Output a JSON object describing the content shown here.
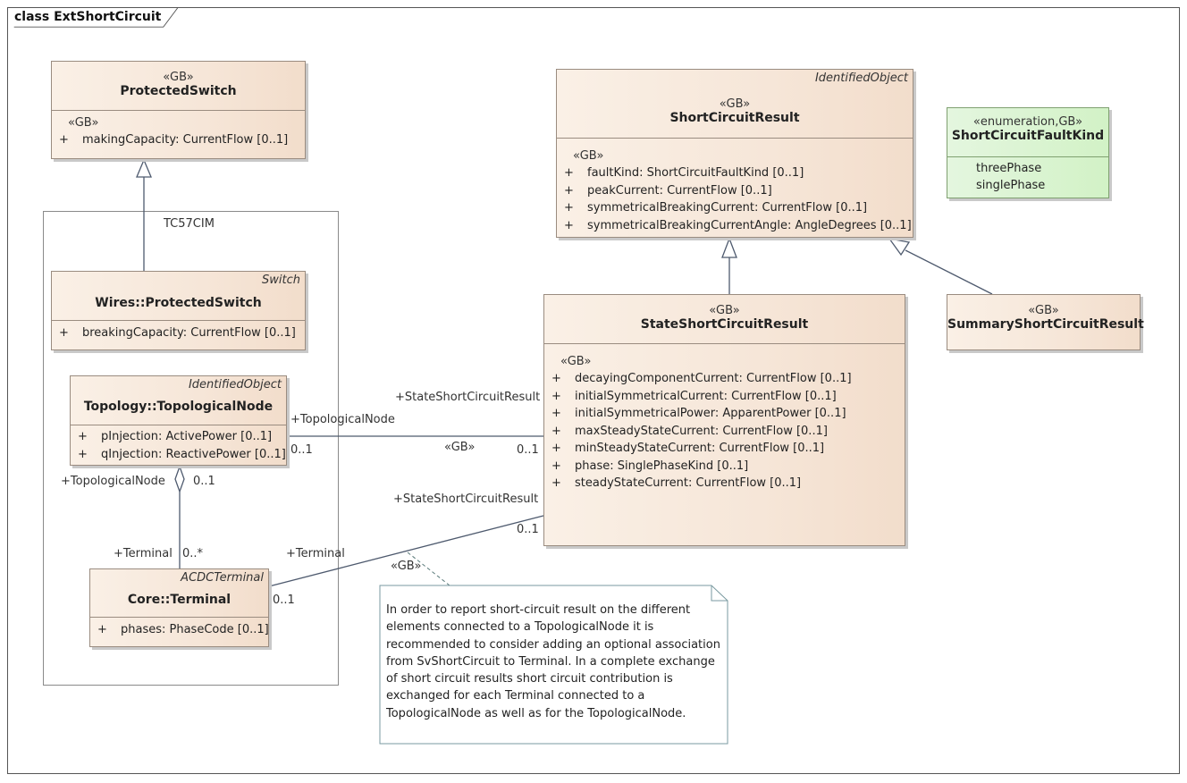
{
  "frame": {
    "title": "class ExtShortCircuit"
  },
  "package": {
    "name": "TC57CIM"
  },
  "classes": {
    "protected_switch": {
      "stereotype": "«GB»",
      "name": "ProtectedSwitch",
      "parent": "",
      "attr_stereotype": "«GB»",
      "attrs": [
        {
          "vis": "+",
          "text": "makingCapacity: CurrentFlow [0..1]"
        }
      ]
    },
    "wires_protected_switch": {
      "stereotype": "",
      "name": "Wires::ProtectedSwitch",
      "parent": "Switch",
      "attrs": [
        {
          "vis": "+",
          "text": "breakingCapacity: CurrentFlow [0..1]"
        }
      ]
    },
    "topological_node": {
      "stereotype": "",
      "name": "Topology::TopologicalNode",
      "parent": "IdentifiedObject",
      "attrs": [
        {
          "vis": "+",
          "text": "pInjection: ActivePower [0..1]"
        },
        {
          "vis": "+",
          "text": "qInjection: ReactivePower [0..1]"
        }
      ]
    },
    "terminal": {
      "stereotype": "",
      "name": "Core::Terminal",
      "parent": "ACDCTerminal",
      "attrs": [
        {
          "vis": "+",
          "text": "phases: PhaseCode [0..1]"
        }
      ]
    },
    "short_circuit_result": {
      "stereotype": "«GB»",
      "name": "ShortCircuitResult",
      "parent": "IdentifiedObject",
      "attr_stereotype": "«GB»",
      "attrs": [
        {
          "vis": "+",
          "text": "faultKind: ShortCircuitFaultKind [0..1]"
        },
        {
          "vis": "+",
          "text": "peakCurrent: CurrentFlow [0..1]"
        },
        {
          "vis": "+",
          "text": "symmetricalBreakingCurrent: CurrentFlow [0..1]"
        },
        {
          "vis": "+",
          "text": "symmetricalBreakingCurrentAngle: AngleDegrees [0..1]"
        }
      ]
    },
    "fault_kind": {
      "stereotype": "«enumeration,GB»",
      "name": "ShortCircuitFaultKind",
      "literals": [
        "threePhase",
        "singlePhase"
      ]
    },
    "state_short_circuit_result": {
      "stereotype": "«GB»",
      "name": "StateShortCircuitResult",
      "parent": "",
      "attr_stereotype": "«GB»",
      "attrs": [
        {
          "vis": "+",
          "text": "decayingComponentCurrent: CurrentFlow [0..1]"
        },
        {
          "vis": "+",
          "text": "initialSymmetricalCurrent: CurrentFlow [0..1]"
        },
        {
          "vis": "+",
          "text": "initialSymmetricalPower: ApparentPower [0..1]"
        },
        {
          "vis": "+",
          "text": "maxSteadyStateCurrent: CurrentFlow [0..1]"
        },
        {
          "vis": "+",
          "text": "minSteadyStateCurrent: CurrentFlow [0..1]"
        },
        {
          "vis": "+",
          "text": "phase: SinglePhaseKind [0..1]"
        },
        {
          "vis": "+",
          "text": "steadyStateCurrent: CurrentFlow [0..1]"
        }
      ]
    },
    "summary_short_circuit_result": {
      "stereotype": "«GB»",
      "name": "SummaryShortCircuitResult",
      "parent": ""
    }
  },
  "associations": {
    "tn_state": {
      "end_a_role": "+TopologicalNode",
      "end_a_mult": "0..1",
      "end_b_role": "+StateShortCircuitResult",
      "end_b_mult": "0..1",
      "stereotype": "«GB»"
    },
    "term_state": {
      "end_a_role": "+Terminal",
      "end_a_mult": "0..1",
      "end_b_role": "+StateShortCircuitResult",
      "end_b_mult": "0..1",
      "stereotype": "«GB»"
    },
    "tn_term": {
      "end_a_role": "+TopologicalNode",
      "end_a_mult": "0..1",
      "end_b_role": "+Terminal",
      "end_b_mult": "0..*"
    }
  },
  "note": {
    "lines": [
      "In order to report short-circuit result on the different",
      "elements connected to a TopologicalNode it is",
      "recommended to consider adding an optional association",
      "from SvShortCircuit to Terminal. In a complete exchange",
      "of short circuit results short circuit contribution is",
      "exchanged for each Terminal connected to a",
      "TopologicalNode as well as for the TopologicalNode."
    ]
  },
  "colors": {
    "class_fill": "#f6e6d8",
    "class_border": "#9a8c80",
    "enum_fill": "#d2f2c6",
    "line": "#4e5a6e"
  }
}
